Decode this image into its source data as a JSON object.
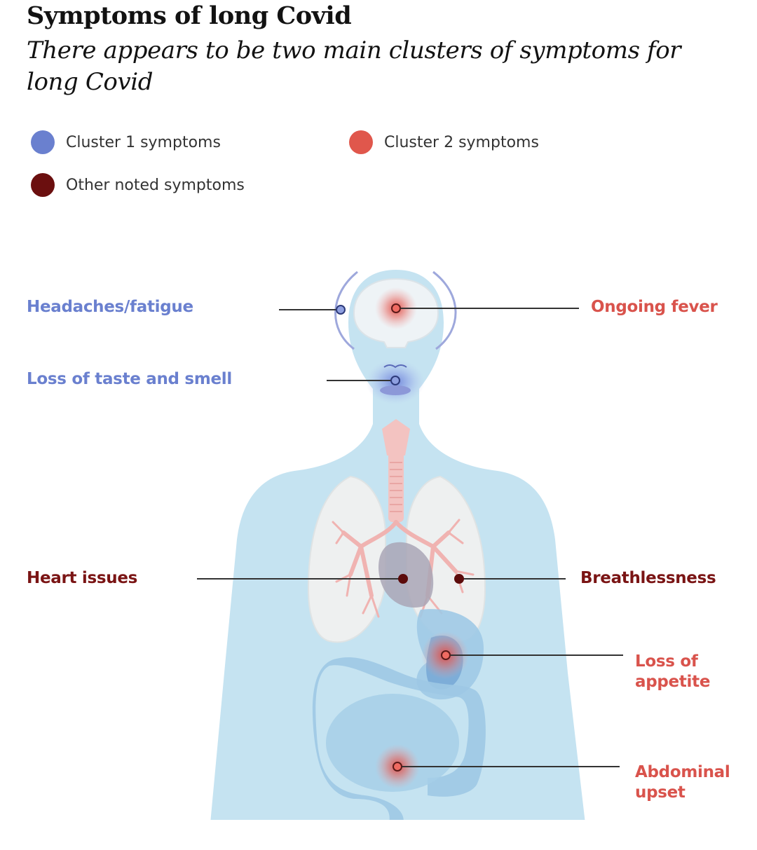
{
  "header": {
    "title": "Symptoms of long Covid",
    "subtitle": "There appears to be two main clusters of symptoms for long Covid"
  },
  "legend": [
    {
      "label": "Cluster 1 symptoms",
      "color": "#6a80cf"
    },
    {
      "label": "Cluster 2 symptoms",
      "color": "#e0574c"
    },
    {
      "label": "Other noted symptoms",
      "color": "#6b0f0f"
    }
  ],
  "symptoms": {
    "headaches": {
      "label": "Headaches/fatigue",
      "cluster": 1
    },
    "taste_smell": {
      "label": "Loss of taste and smell",
      "cluster": 1
    },
    "fever": {
      "label": "Ongoing fever",
      "cluster": 2
    },
    "heart": {
      "label": "Heart issues",
      "cluster": "other"
    },
    "breathlessness": {
      "label": "Breathlessness",
      "cluster": "other"
    },
    "appetite": {
      "label_line1": "Loss of",
      "label_line2": "appetite",
      "cluster": 2
    },
    "abdominal": {
      "label_line1": "Abdominal",
      "label_line2": "upset",
      "cluster": 2
    }
  },
  "colors": {
    "cluster1": "#6a80cf",
    "cluster2": "#d9534c",
    "other": "#7a1414",
    "body": "#c5e3f1"
  }
}
